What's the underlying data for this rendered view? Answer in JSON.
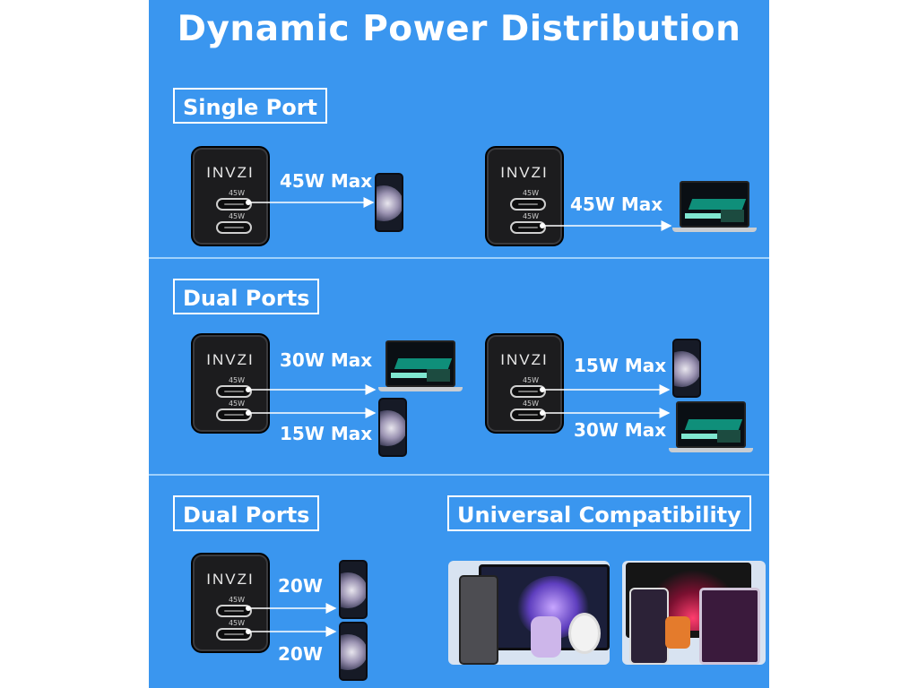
{
  "title": "Dynamic Power Distribution",
  "brand": "INVZI",
  "port_rating": "45W",
  "sections": {
    "single": {
      "label": "Single Port",
      "left": {
        "watt": "45W Max",
        "device": "phone"
      },
      "right": {
        "watt": "45W Max",
        "device": "laptop"
      }
    },
    "dual": {
      "label": "Dual Ports",
      "left": {
        "top_watt": "30W Max",
        "bottom_watt": "15W Max"
      },
      "right": {
        "top_watt": "15W Max",
        "bottom_watt": "30W Max"
      }
    },
    "dual2": {
      "label": "Dual Ports",
      "top_watt": "20W",
      "bottom_watt": "20W"
    },
    "compat": {
      "label": "Universal Compatibility"
    }
  },
  "colors": {
    "panel": "#3a96ef",
    "text": "#ffffff",
    "charger": "#1c1c1e"
  }
}
